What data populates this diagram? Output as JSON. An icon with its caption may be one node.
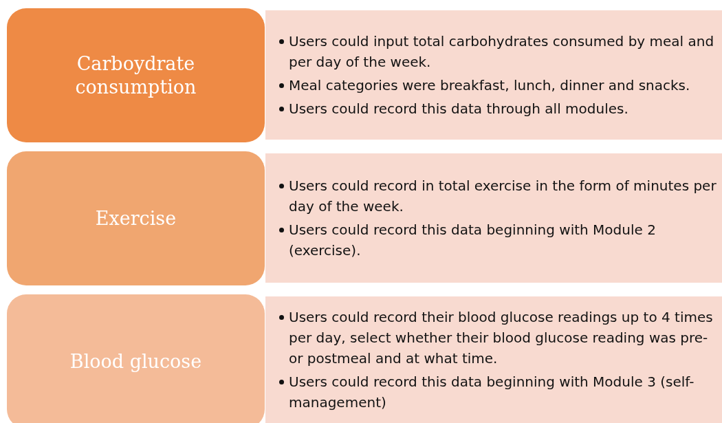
{
  "diagram": {
    "nodes": [
      {
        "text": [
          "Carboydrate consumption"
        ]
      },
      {
        "text": [
          "Users could input total carbohydrates consumed by meal and per day of the week.",
          "Meal categories were breakfast, lunch, dinner and snacks.",
          "Users could record this data through all modules."
        ]
      },
      {
        "text": [
          "Exercise"
        ]
      },
      {
        "text": [
          "Users could record in total exercise in the form of minutes per day of the week.",
          "Users could record this data beginning with Module 2 (exercise)."
        ]
      },
      {
        "text": [
          "Blood glucose"
        ]
      },
      {
        "text": [
          "Users could record their blood glucose readings up to 4 times per day, select whether their blood glucose reading was pre- or postmeal and at what time.",
          "Users could record this data beginning with Module 3 (self-management)"
        ]
      }
    ]
  }
}
